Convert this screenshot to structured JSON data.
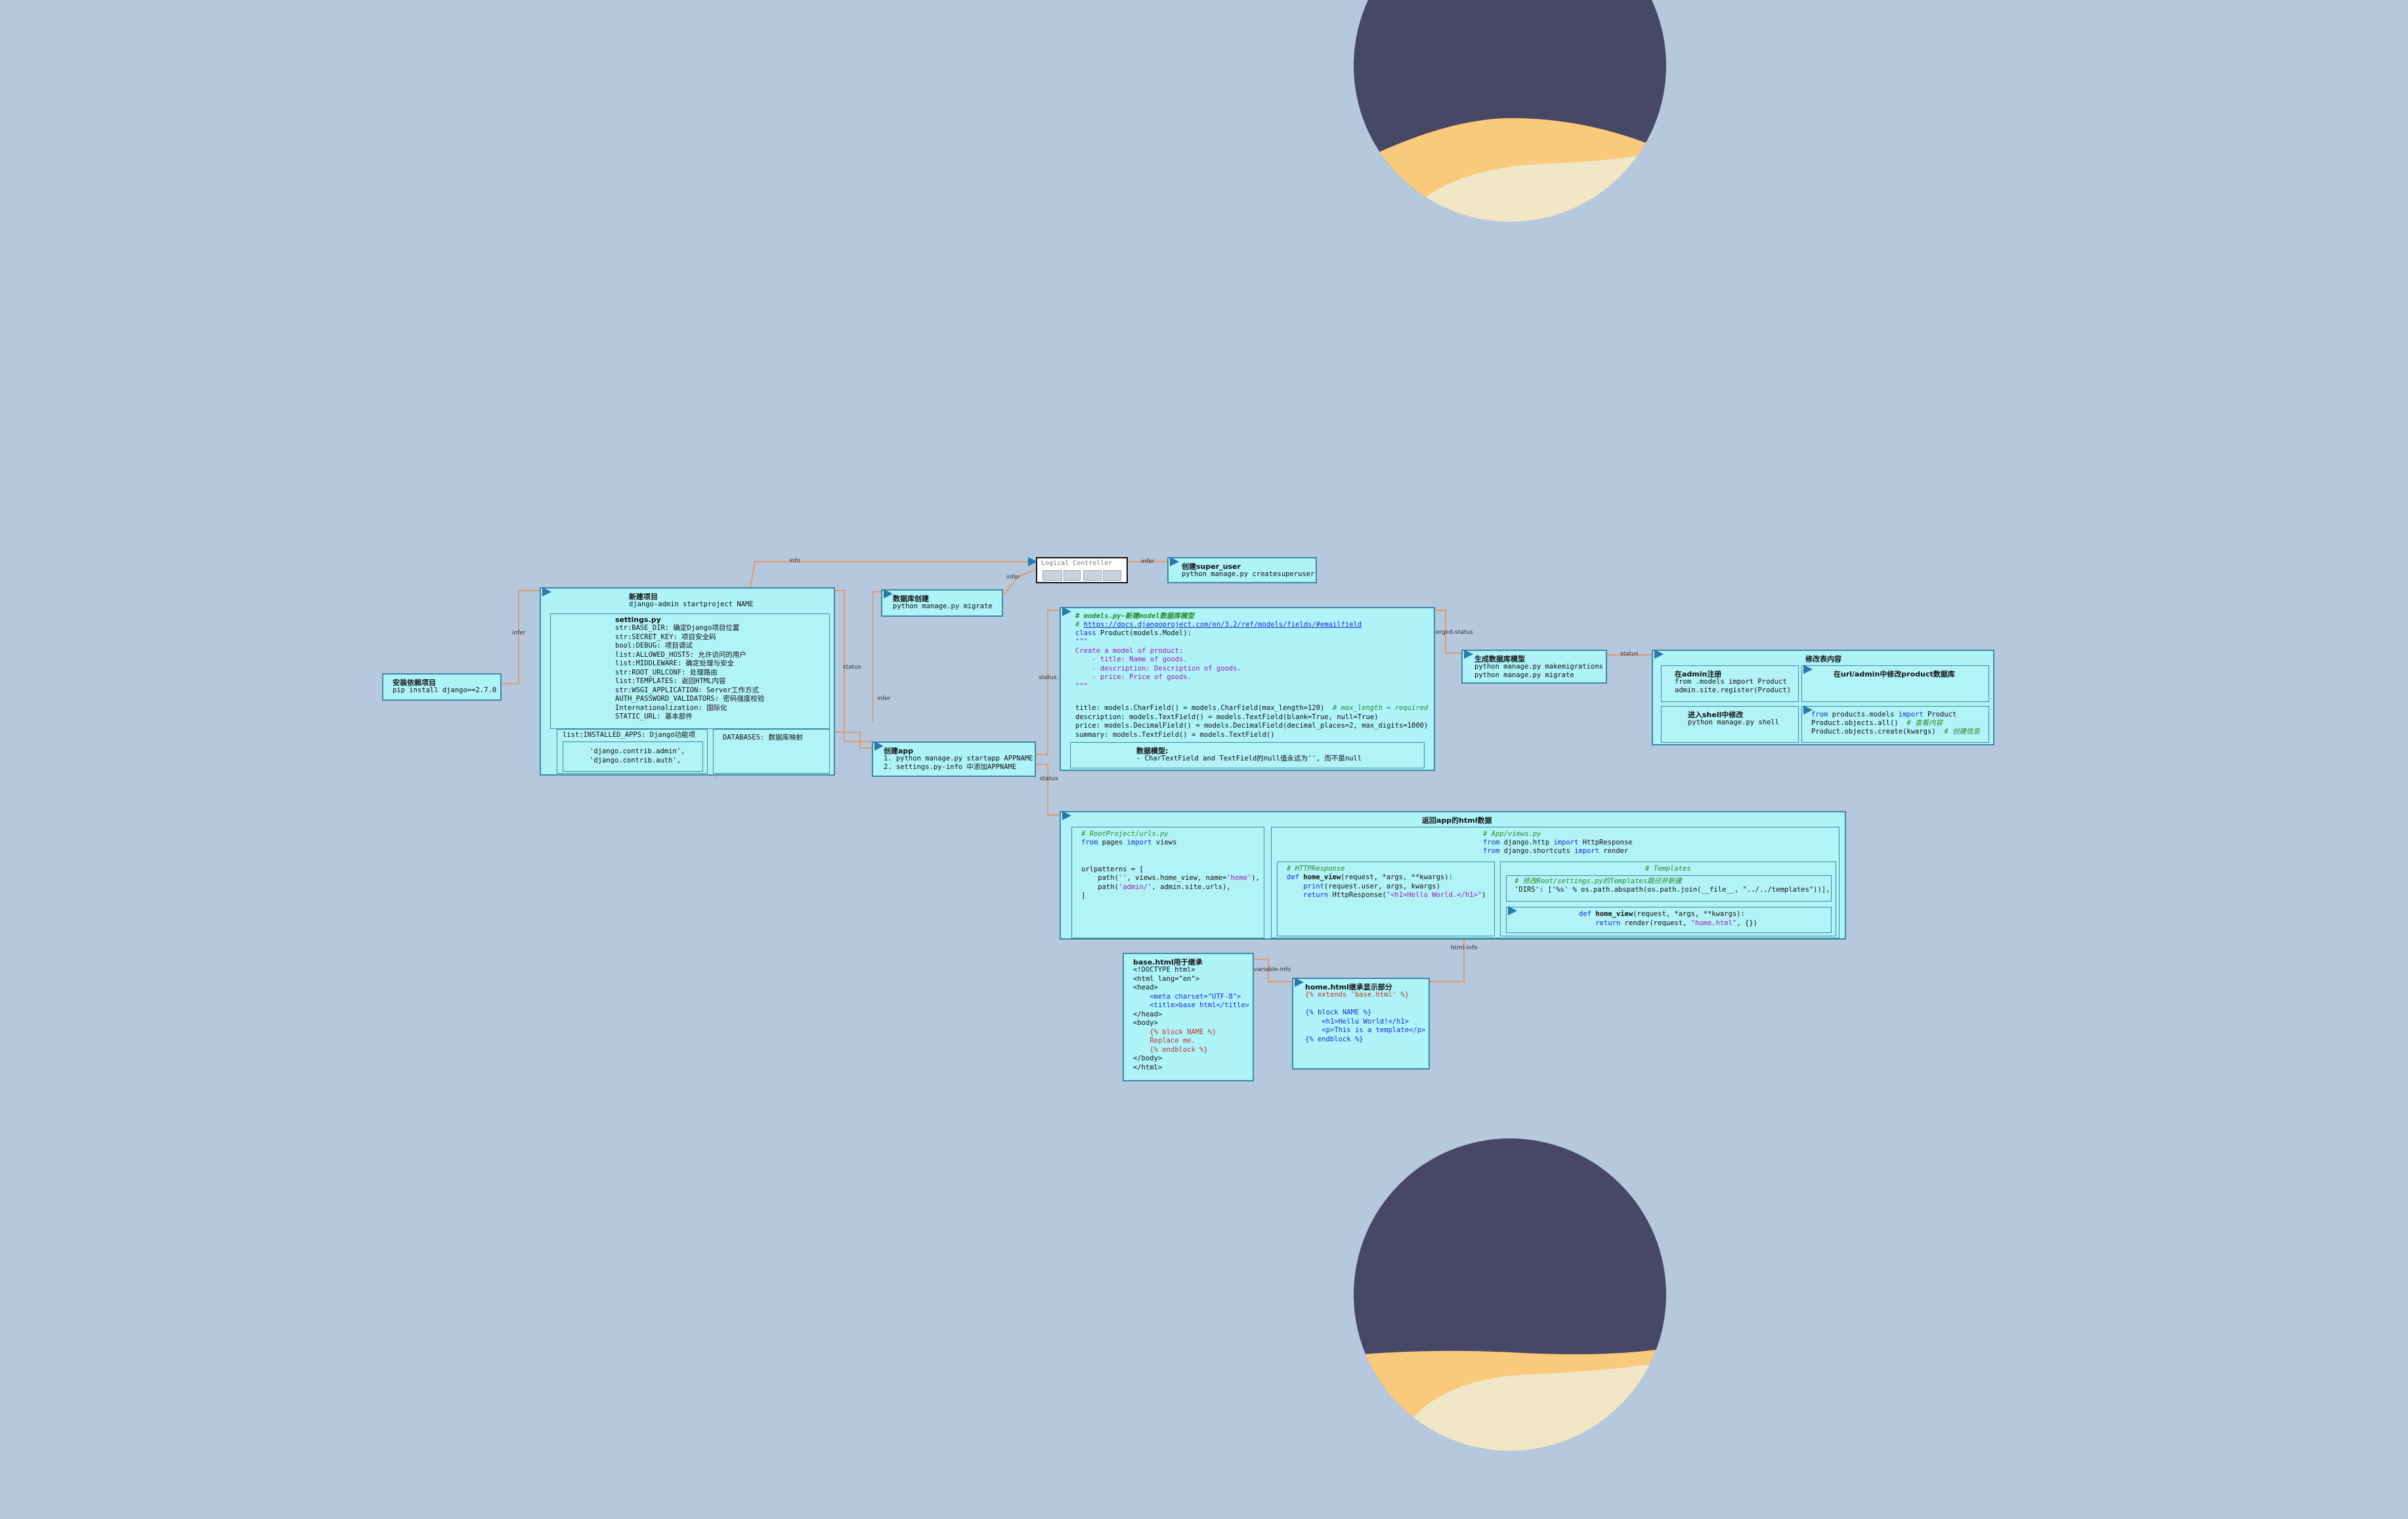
{
  "install": {
    "title": "安装依赖项目",
    "cmd": "pip install django==2.7.0"
  },
  "new_project": {
    "title": "新建项目",
    "cmd": "django-admin startproject NAME",
    "settings_title": "settings.py",
    "settings_lines": [
      "str:BASE_DIR: 确定Django项目位置",
      "str:SECRET_KEY: 项目安全码",
      "bool:DEBUG: 项目调试",
      "list:ALLOWED_HOSTS: 允许访问的用户",
      "list:MIDDLEWARE: 确定处理与安全",
      "str:ROOT_URLCONF: 处理路由",
      "list:TEMPLATES: 返回HTML内容",
      "str:WSGI_APPLICATION: Server工作方式",
      "AUTH_PASSWORD_VALIDATORS: 密码强度校验",
      "Internationalization: 国际化",
      "STATIC_URL: 基本部件"
    ],
    "installed_apps_title": "list:INSTALLED_APPS: Django功能项",
    "installed_apps_lines": [
      "'django.contrib.admin',",
      "'django.contrib.auth',"
    ],
    "databases": "DATABASES: 数据库映射"
  },
  "db_create": {
    "title": "数据库创建",
    "cmd": "python manage.py migrate"
  },
  "create_app": {
    "title": "创建app",
    "lines": [
      "1. python manage.py startapp APPNAME",
      "2. settings.py-info 中添加APPNAME"
    ]
  },
  "logical_controller": {
    "title": "Logical Controller"
  },
  "super_user": {
    "title": "创建super_user",
    "cmd": "python manage.py createsuperuser"
  },
  "models": {
    "comment": "# models.py-新建model数据库模型",
    "link_prefix": "# ",
    "link": "https://docs.djangoproject.com/en/3.2/ref/models/fields/#emailfield",
    "class_kw": "class",
    "class_rest": " Product(models.Model):",
    "docstring": [
      "\"\"\"",
      "Create a model of product:",
      "    - title: Name of goods.",
      "    - description: Description of goods.",
      "    - price: Price of goods.",
      "\"\"\""
    ],
    "fields": [
      "title: models.CharField() = models.CharField(max_length=120)",
      "description: models.TextField() = models.TextField(blank=True, null=True)",
      "price: models.DecimalField() = models.DecimalField(decimal_places=2, max_digits=1000)",
      "summary: models.TextField() = models.TextField()"
    ],
    "field_comment": "# max_length = required",
    "note_title": "数据模型:",
    "note_text": "- CharTextField and TextField的null值永远为'', 而不是null"
  },
  "gen_model": {
    "title": "生成数据库模型",
    "lines": [
      "python manage.py makemigrations",
      "python manage.py migrate"
    ]
  },
  "modify": {
    "title": "修改表内容",
    "admin_reg_title": "在admin注册",
    "admin_reg_lines": [
      "from .models import Product",
      "admin.site.register(Product)"
    ],
    "url_admin_title": "在url/admin中修改product数据库",
    "shell_title": "进入shell中修改",
    "shell_cmd": "python manage.py shell",
    "shell_code": [
      "from products.models import Product",
      "Product.objects.all()",
      "Product.objects.create(kwargs)"
    ],
    "shell_comments": [
      "# 查看内容",
      "# 创建信息"
    ]
  },
  "return_html": {
    "title": "返回app的html数据",
    "urls_comment": "# RootProject/urls.py",
    "urls_lines": [
      "from pages import views",
      "",
      "",
      "urlpatterns = [",
      "    path('', views.home_view, name='home'),",
      "    path('admin/', admin.site.urls),",
      "]"
    ],
    "views_comment": "# App/views.py",
    "views_lines": [
      "from django.http import HttpResponse",
      "from django.shortcuts import render"
    ],
    "httpresp_comment": "# HTTPResponse",
    "httpresp_lines": [
      "def home_view(request, *args, **kwargs):",
      "    print(request.user, args, kwargs)",
      "    return HttpResponse(\"<h1>Hello World.</h1>\")"
    ],
    "templates_comment": "# Templates",
    "templates_sub_comment": "# 修改Root/settings.py的Templates路径并新建",
    "templates_sub_code": "'DIRS': ['%s' % os.path.abspath(os.path.join(__file__, \"../../templates\"))],",
    "render_lines": [
      "def home_view(request, *args, **kwargs):",
      "    return render(request, \"home.html\", {})"
    ]
  },
  "base_html": {
    "title": "base.html用于继承",
    "lines": [
      "<!DOCTYPE html>",
      "<html lang=\"en\">",
      "<head>",
      "    <meta charset=\"UTF-8\">",
      "    <title>base html</title>",
      "</head>",
      "<body>",
      "    {% block NAME %}",
      "    Replace me.",
      "    {% endblock %}",
      "</body>",
      "</html>"
    ]
  },
  "home_html": {
    "title": "home.html继承显示部分",
    "lines": [
      "{% extends 'base.html' %}",
      "",
      "{% block NAME %}",
      "    <h1>Hello World!</h1>",
      "    <p>This is a template</p>",
      "{% endblock %}"
    ]
  },
  "edge_labels": {
    "info": "info",
    "infer_a": "infer",
    "infer_b": "infer",
    "infer_c": "infer",
    "infer_d": "infer",
    "status_a": "status",
    "status_b": "status",
    "status_c": "status",
    "status_d": "status",
    "merged_status": "merged-status",
    "html_info": "html-info",
    "variable_info": "variable-info"
  },
  "colors": {
    "background": "#b6c8de",
    "node_fill": "#aef3f8",
    "node_border": "#3f88a0",
    "wire": "#e09a70",
    "moon_sky": "#474766",
    "sand_orange": "#f9c97c",
    "sand_cream": "#f1e6c6"
  },
  "icons": [
    "moon-illustration",
    "crescent-icon",
    "port-arrow-icon"
  ]
}
